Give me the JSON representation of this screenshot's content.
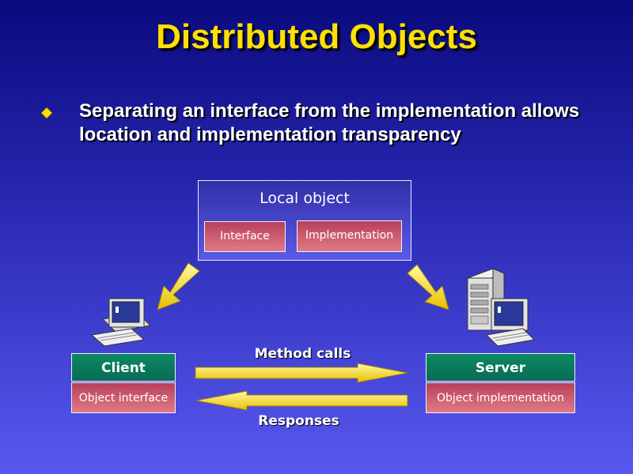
{
  "slide": {
    "title": "Distributed Objects",
    "bullet": "Separating an interface from the implementation allows location and implementation transparency"
  },
  "local_object": {
    "title": "Local object",
    "interface_label": "Interface",
    "implementation_label": "Implementation"
  },
  "client": {
    "header": "Client",
    "body": "Object interface"
  },
  "server": {
    "header": "Server",
    "body": "Object implementation"
  },
  "arrows": {
    "method_calls": "Method calls",
    "responses": "Responses"
  },
  "icons": [
    "diamond-bullet-icon",
    "client-computer-icon",
    "server-computer-icon"
  ],
  "colors": {
    "title": "#ffe000",
    "arrow": "#ffe030",
    "green_box": "#0a7a5c",
    "pink_box": "#d06070"
  }
}
